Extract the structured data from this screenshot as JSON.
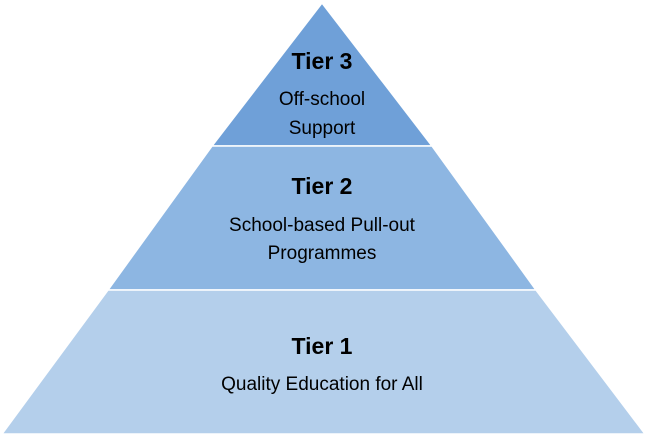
{
  "tiers": [
    {
      "title": "Tier 3",
      "lines": [
        "Off-school",
        "Support"
      ],
      "color": "#6fa0d8"
    },
    {
      "title": "Tier 2",
      "lines": [
        "School-based Pull-out",
        "Programmes"
      ],
      "color": "#8db6e2"
    },
    {
      "title": "Tier 1",
      "lines": [
        "Quality Education for All"
      ],
      "color": "#b4cfeb"
    }
  ]
}
